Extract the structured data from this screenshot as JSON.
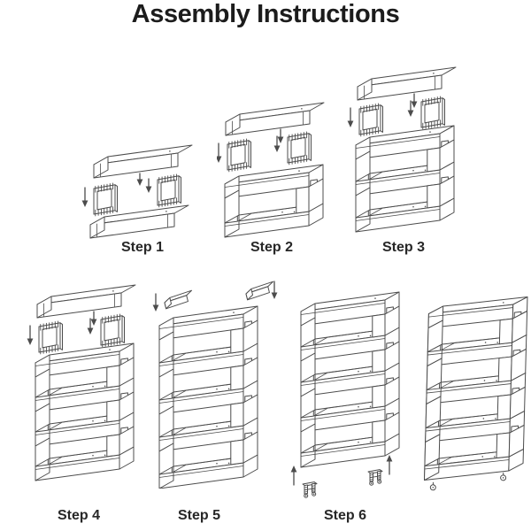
{
  "title": "Assembly Instructions",
  "steps": [
    {
      "label": "Step 1",
      "figure": {
        "type": "loose-parts",
        "loose_shelves": 2,
        "side_panels": 2,
        "unit_tiers": 0,
        "arrows_down": 3
      }
    },
    {
      "label": "Step 2",
      "figure": {
        "type": "parts-onto-unit",
        "loose_shelves": 1,
        "side_panels": 2,
        "unit_tiers": 1,
        "arrows_down": 3
      }
    },
    {
      "label": "Step 3",
      "figure": {
        "type": "parts-onto-unit",
        "loose_shelves": 1,
        "side_panels": 2,
        "unit_tiers": 2,
        "arrows_down": 3
      }
    },
    {
      "label": "Step 4",
      "figure": {
        "type": "parts-onto-unit",
        "loose_shelves": 1,
        "side_panels": 2,
        "unit_tiers": 3,
        "arrows_down": 3
      }
    },
    {
      "label": "Step 5",
      "figure": {
        "type": "caps-onto-unit",
        "top_caps": 2,
        "unit_tiers": 4,
        "arrows_down": 2
      }
    },
    {
      "label": "Step 6",
      "figure": {
        "type": "casters-onto-unit",
        "casters": 2,
        "unit_tiers": 4,
        "arrows_up": 2
      }
    },
    {
      "label": "",
      "figure": {
        "type": "finished-unit",
        "unit_tiers": 4,
        "wheels": 2
      }
    }
  ],
  "icons": {
    "arrow_down": "▼",
    "arrow_up": "▲"
  },
  "colors": {
    "line": "#4c4c4c",
    "title_text": "#1c1c1c",
    "label_text": "#272727",
    "background": "#ffffff"
  }
}
